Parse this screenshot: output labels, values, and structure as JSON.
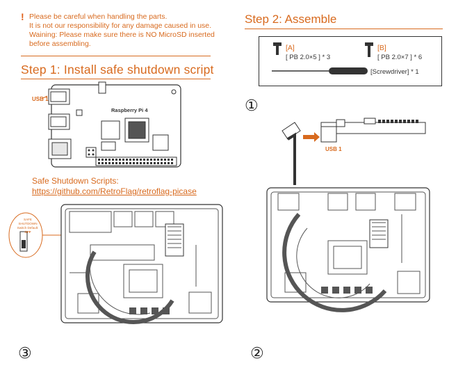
{
  "notice": {
    "lines": [
      "Please be careful when handling the parts.",
      "It is not our responsibility for any damage caused in use.",
      "Waining: Please make sure there is NO MicroSD inserted",
      "before assembling."
    ]
  },
  "step1": {
    "title": "Step 1: Install safe shutdown script",
    "usb_label_a": "USB 1",
    "board_label": "Raspberry Pi 4",
    "scripts_label": "Safe Shutdown Scripts:",
    "scripts_link": "https://github.com/RetroFlag/retroflag-picase",
    "switch_label_1": "SAFE SHUTDOWN",
    "switch_label_2": "Switch Default:",
    "switch_label_3": "OFF"
  },
  "step2": {
    "title": "Step 2: Assemble",
    "part_a_tag": "[A]",
    "part_a_spec": "[ PB 2.0×5 ] * 3",
    "part_b_tag": "[B]",
    "part_b_spec": "[ PB 2.0×7 ] * 6",
    "screwdriver_spec": "[Screwdriver] * 1",
    "usb_label_b": "USB 1"
  },
  "markers": {
    "one": "①",
    "two": "②",
    "three": "③"
  },
  "colors": {
    "accent": "#d86a1e",
    "line": "#333333"
  }
}
